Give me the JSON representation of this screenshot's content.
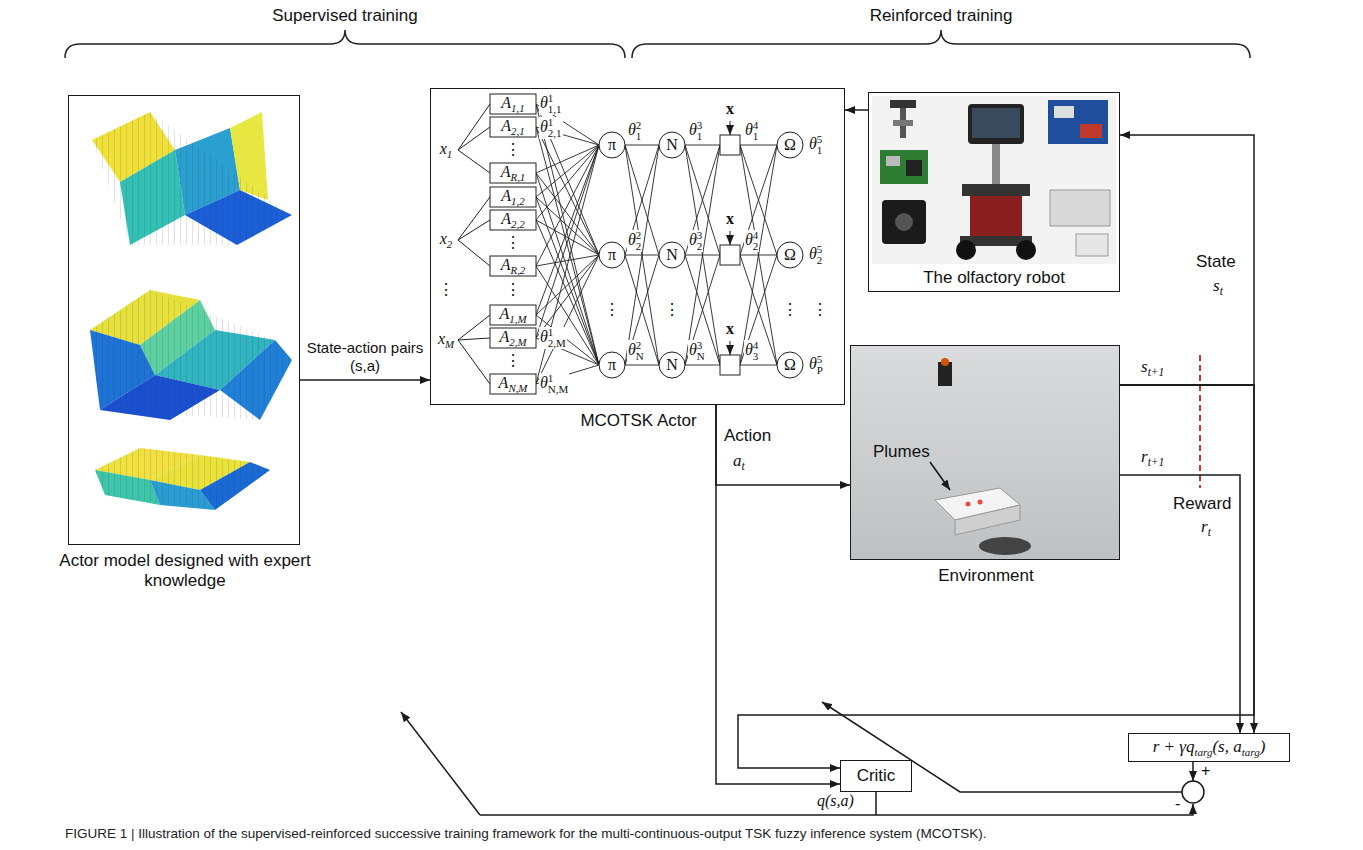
{
  "diagram": {
    "caption": "FIGURE 1 | Illustration of the supervised-reinforced successive training framework for the multi-continuous-output TSK fuzzy inference system (MCOTSK).",
    "nodes": [
      {
        "text": [
          "Actor model designed with expert knowledge"
        ]
      },
      {
        "text": [
          "MCOTSK Actor"
        ]
      },
      {
        "text": [
          "The olfactory robot"
        ]
      },
      {
        "text": [
          "Plumes",
          "Environment"
        ]
      },
      {
        "text": [
          "Critic"
        ]
      },
      {
        "text": [
          "r + γq",
          "targ",
          "(s, a",
          "targ",
          ")"
        ]
      }
    ],
    "edges": [
      {
        "from": 0,
        "to": 1,
        "arrow": "to",
        "label": "State-action pairs (s,a)"
      },
      {
        "from": 2,
        "to": 1,
        "arrow": "to"
      },
      {
        "from": 1,
        "to": 3,
        "arrow": "to",
        "label": "Action"
      },
      {
        "from": 1,
        "to": 4,
        "arrow": "to"
      },
      {
        "from": 3,
        "to": 2,
        "arrow": "to"
      },
      {
        "from": 3,
        "to": 5,
        "arrow": "to"
      },
      {
        "from": 3,
        "to": 5,
        "arrow": "to"
      },
      {
        "from": 3,
        "to": 4,
        "arrow": "to"
      }
    ],
    "labels": [
      "Supervised training",
      "Reinforced training",
      "x",
      "1",
      "x",
      "2",
      "⋮",
      "x",
      "M",
      "A",
      "1,1",
      "A",
      "2,1",
      "⋮",
      "A",
      "R,1",
      "A",
      "1,2",
      "A",
      "2,2",
      "⋮",
      "A",
      "R,2",
      "⋮",
      "A",
      "1,M",
      "A",
      "2,M",
      "⋮",
      "A",
      "N,M",
      "θ",
      "1",
      "1,1",
      "θ",
      "1",
      "2,1",
      "θ",
      "1",
      "2,M",
      "θ",
      "1",
      "N,M",
      "π",
      "π",
      "π",
      "θ",
      "2",
      "1",
      "θ",
      "2",
      "2",
      "θ",
      "2",
      "N",
      "N",
      "N",
      "N",
      "θ",
      "3",
      "1",
      "θ",
      "3",
      "2",
      "θ",
      "3",
      "N",
      "x",
      "x",
      "x",
      "θ",
      "4",
      "1",
      "θ",
      "4",
      "2",
      "θ",
      "4",
      "3",
      "Ω",
      "Ω",
      "Ω",
      "θ",
      "5",
      "1",
      "θ",
      "5",
      "2",
      "θ",
      "5",
      "P",
      "⋮",
      "⋮",
      "⋮",
      "⋮",
      "a",
      "t",
      "State",
      "s",
      "t",
      "s",
      "t+1",
      "r",
      "t+1",
      "Reward",
      "r",
      "t",
      "q(s,a)",
      "+",
      "-"
    ]
  }
}
